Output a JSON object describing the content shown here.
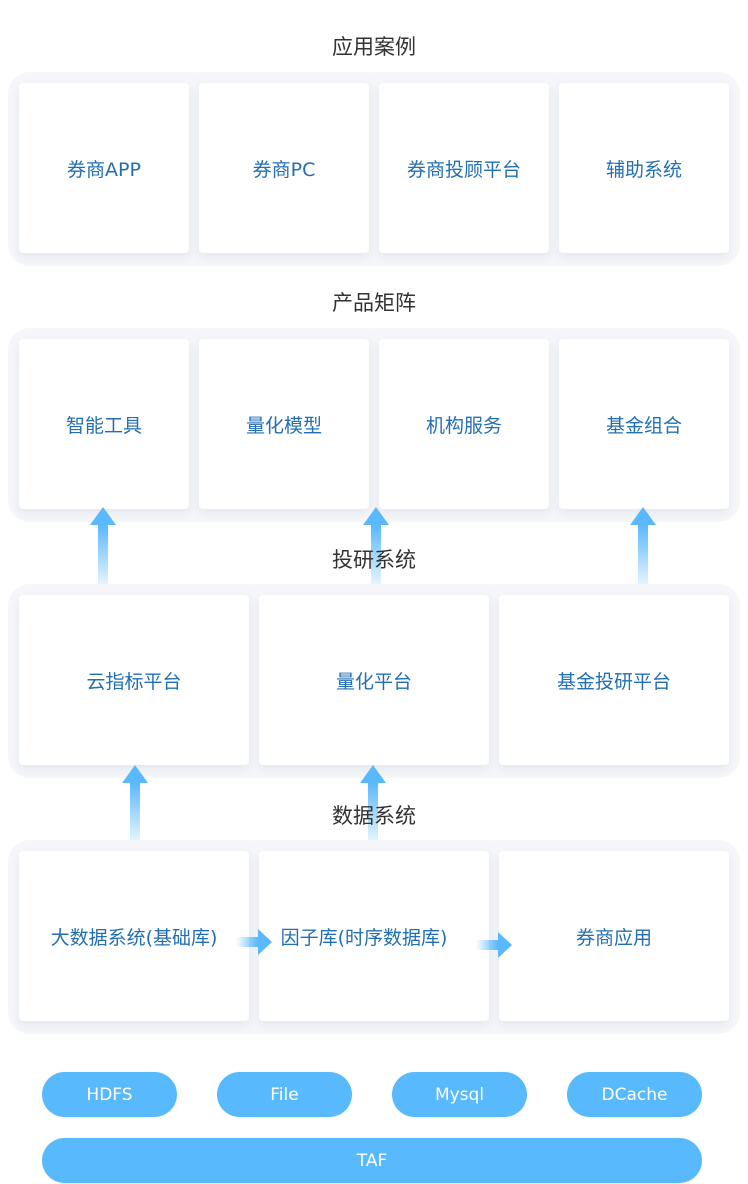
{
  "sections": {
    "apps": {
      "title": "应用案例",
      "items": [
        "券商APP",
        "券商PC",
        "券商投顾平台",
        "辅助系统"
      ]
    },
    "products": {
      "title": "产品矩阵",
      "items": [
        "智能工具",
        "量化模型",
        "机构服务",
        "基金组合"
      ]
    },
    "research": {
      "title": "投研系统",
      "items": [
        "云指标平台",
        "量化平台",
        "基金投研平台"
      ]
    },
    "data": {
      "title": "数据系统",
      "items": [
        "大数据系统(基础库)",
        "因子库(时序数据库)",
        "券商应用"
      ]
    }
  },
  "storage": [
    "HDFS",
    "File",
    "Mysql",
    "DCache"
  ],
  "base": "TAF",
  "colors": {
    "accent": "#58b9fd",
    "card_text": "#236fb3",
    "title_text": "#333333"
  }
}
